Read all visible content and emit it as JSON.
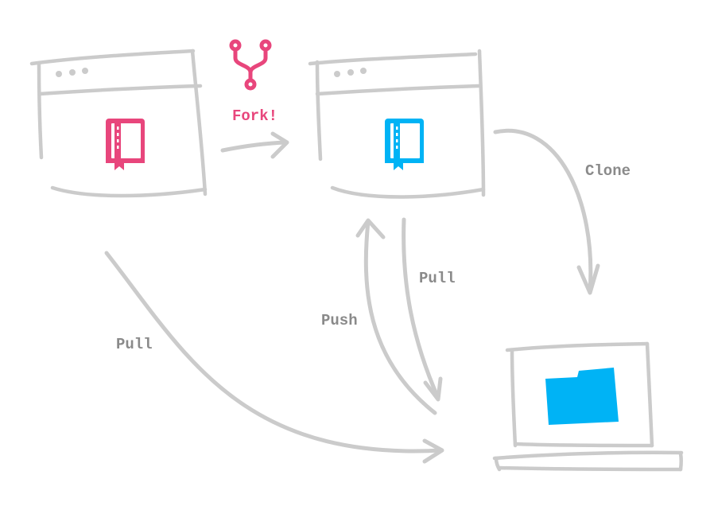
{
  "colors": {
    "stroke": "#cbcbcb",
    "label": "#8a8a8a",
    "fork": "#e8467c",
    "blue": "#00b3f5",
    "white": "#ffffff"
  },
  "icons": {
    "fork": "git-fork-icon",
    "upstream_repo": "book-icon",
    "fork_repo": "book-icon",
    "local_folder": "folder-icon"
  },
  "labels": {
    "fork": "Fork!",
    "clone": "Clone",
    "pull_upstream": "Pull",
    "push": "Push",
    "pull_origin": "Pull"
  }
}
